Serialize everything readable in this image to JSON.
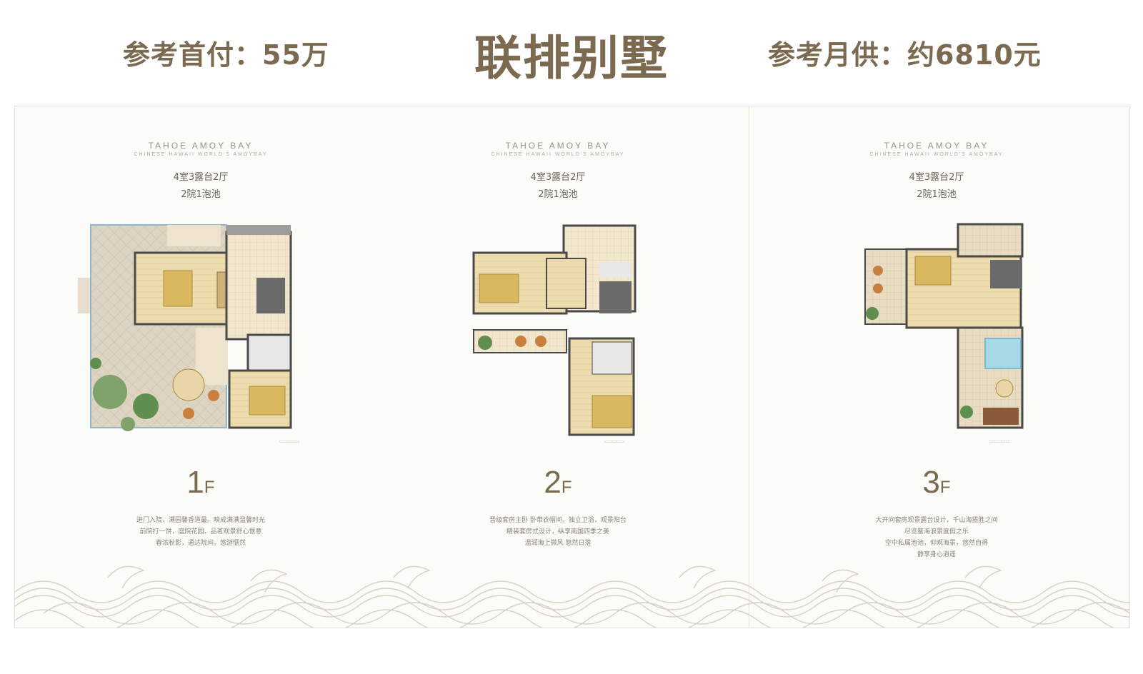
{
  "header": {
    "down_payment": "参考首付：55万",
    "title": "联排别墅",
    "monthly_payment": "参考月供：约6810元"
  },
  "panels": [
    {
      "brand": "TAHOE AMOY BAY",
      "brand_sub": "CHINESE HAWAII WORLD'S AMOYBAY",
      "spec_line1": "4室3露台2厅",
      "spec_line2": "2院1泡池",
      "floor_number": "1",
      "floor_unit": "F",
      "description": [
        "进门入院，满园馨香道最。映成满满温馨时光",
        "前院打一饼，庭院花园，品茗观景舒心惬意",
        "春浓秋影，通达院间，悠游惬然"
      ]
    },
    {
      "brand": "TAHOE AMOY BAY",
      "brand_sub": "CHINESE HAWAII WORLD'S AMOYBAY",
      "spec_line1": "4室3露台2厅",
      "spec_line2": "2院1泡池",
      "floor_number": "2",
      "floor_unit": "F",
      "description": [
        "晋级套房主卧 卧带衣帽间，独立卫浴，观景阳台",
        "精装套房式设计，纵享南国四季之美",
        "温润海上微风 悠然日落"
      ]
    },
    {
      "brand": "TAHOE AMOY BAY",
      "brand_sub": "CHINESE HAWAII WORLD'S AMOYBAY",
      "spec_line1": "4室3露台2厅",
      "spec_line2": "2院1泡池",
      "floor_number": "3",
      "floor_unit": "F",
      "description": [
        "大开间套房观景露台设计，千山海揽胜之间",
        "尽览鳌海浪景度假之乐",
        "空中私属泡池，仰观海景，悠然自得",
        "静享身心逍遥"
      ]
    }
  ],
  "colors": {
    "heading": "#7b6a4f",
    "wood_floor": "#ecdcb2",
    "courtyard_tile": "#d8cfbd",
    "pool": "#a6d8e6",
    "wall": "#4a4a4a",
    "plant": "#5f8e4e"
  }
}
